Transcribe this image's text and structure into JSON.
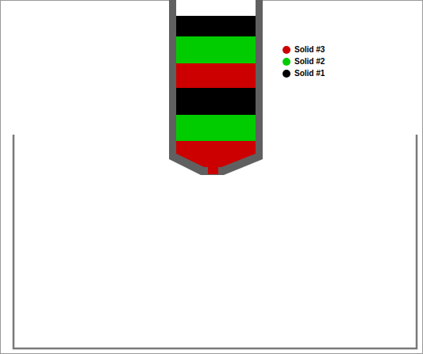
{
  "diagram": {
    "legend": [
      {
        "text": "Solid #3",
        "color": "#cc0000"
      },
      {
        "text": "Solid #2",
        "color": "#00cc00"
      },
      {
        "text": "Solid #1",
        "color": "#000000"
      }
    ]
  }
}
